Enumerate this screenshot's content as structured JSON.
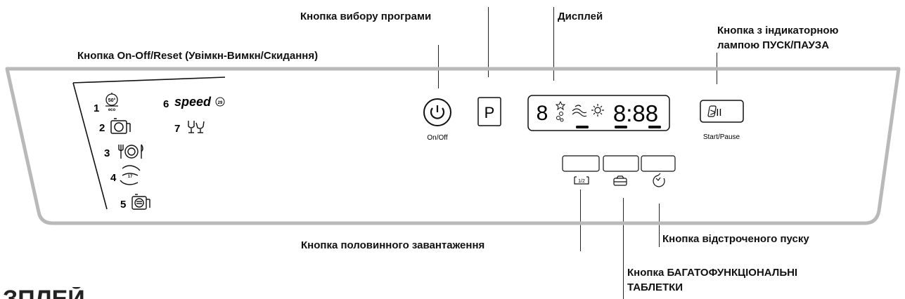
{
  "labels": {
    "program_button": "Кнопка вибору програми",
    "display": "Дисплей",
    "start_pause_line1": "Кнопка з індикаторною",
    "start_pause_line2": "лампою ПУСК/ПАУЗА",
    "on_off": "Кнопка On-Off/Reset (Увімкн-Вимкн/Скидання)",
    "half_load": "Кнопка половинного завантаження",
    "delay_start": "Кнопка відстроченого пуску",
    "multitab_line1": "Кнопка БАГАТОФУНКЦІОНАЛЬНІ",
    "multitab_line2": "ТАБЛЕТКИ"
  },
  "panel": {
    "on_off_caption": "On/Off",
    "start_pause_caption": "Start/Pause",
    "program_key": "P",
    "start_key_symbol": ">II",
    "display_digit": "8",
    "display_time": "8:88",
    "half_load_symbol": "1/2"
  },
  "programs": [
    {
      "num": "1",
      "icon": "eco-50-icon",
      "sub": "eco",
      "temp": "50°"
    },
    {
      "num": "2",
      "icon": "intensive-pot-icon"
    },
    {
      "num": "3",
      "icon": "normal-dishes-icon"
    },
    {
      "num": "4",
      "icon": "rinse-17-icon",
      "temp": "17"
    },
    {
      "num": "5",
      "icon": "soak-pot-icon"
    },
    {
      "num": "6",
      "icon": "speed-29-icon",
      "text": "speed",
      "temp": "29"
    },
    {
      "num": "7",
      "icon": "glasses-icon"
    }
  ],
  "page_fragment": "ЗПЛЕЙ",
  "colors": {
    "panel_border": "#b9b9b9",
    "ink": "#111111"
  }
}
